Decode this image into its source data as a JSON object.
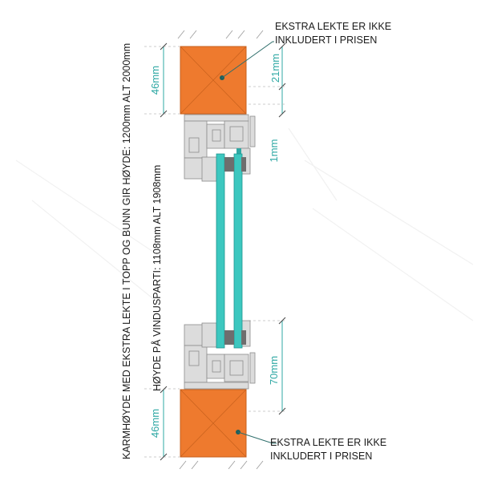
{
  "colors": {
    "lumber": "#ee7a2e",
    "lumber_edge": "#c7601d",
    "glass": "#3cc7bf",
    "glass_edge": "#1f9590",
    "frame": "#dcdcdc",
    "frame_edge": "#8c8c8c",
    "dimension": "#2fa8a4",
    "text": "#1a1a1a"
  },
  "callout_top": {
    "line1": "EKSTRA LEKTE ER IKKE",
    "line2": "INKLUDERT I PRISEN"
  },
  "callout_bottom": {
    "line1": "EKSTRA LEKTE ER IKKE",
    "line2": "INKLUDERT I PRISEN"
  },
  "dimensions": {
    "top_lumber": "46mm",
    "bottom_lumber": "46mm",
    "top_offset": "21mm",
    "gap": "1mm",
    "bottom_profile": "70mm"
  },
  "vertical_labels": {
    "frame_height": "KARMHØYDE MED EKSTRA LEKTE I TOPP OG BUNN GIR HØYDE: 1200mm ALT 2000mm",
    "window_height": "HØYDE PÅ VINDUSPARTI: 1108mm ALT 1908mm"
  }
}
